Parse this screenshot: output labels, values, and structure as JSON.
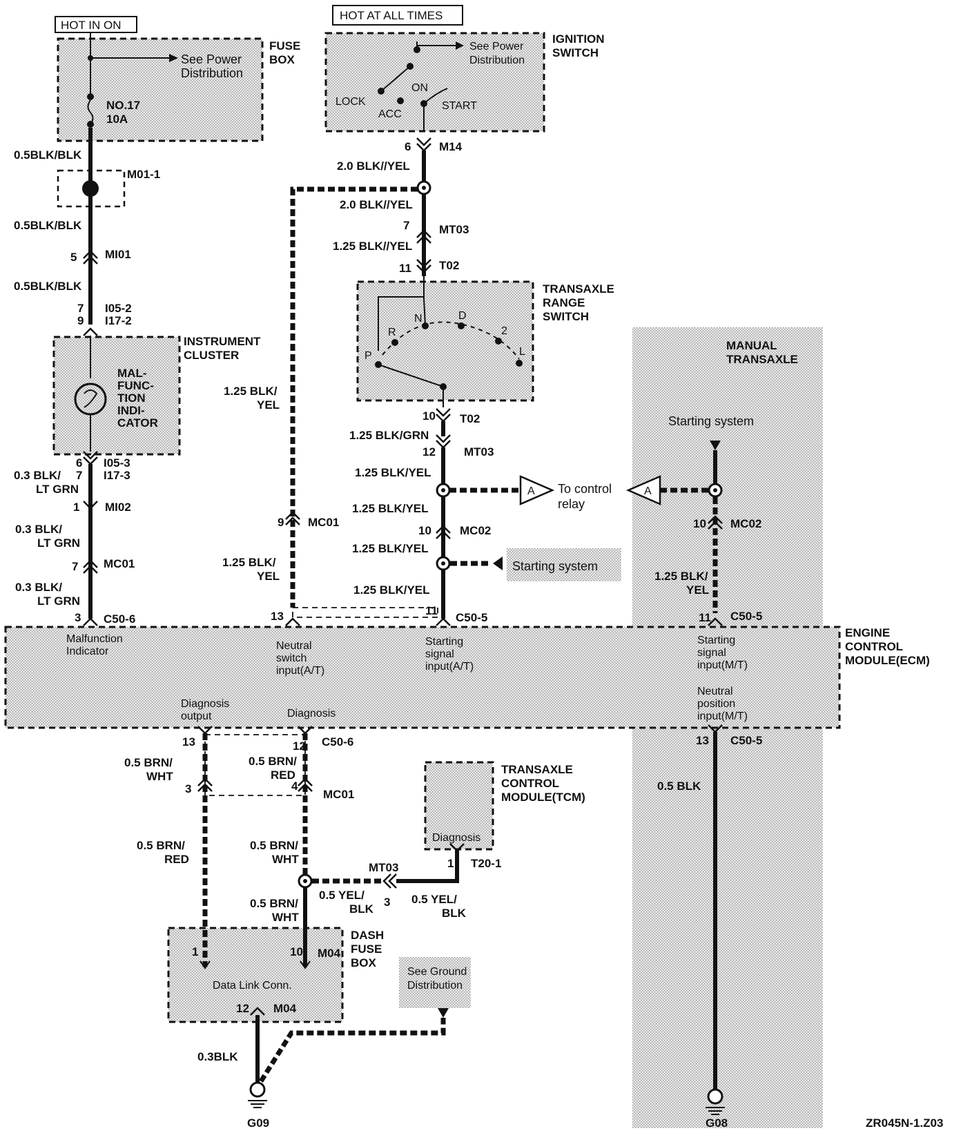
{
  "headers": {
    "hot_in_on": "HOT IN ON",
    "hot_at_all_times": "HOT AT ALL TIMES"
  },
  "fuse_box": {
    "title1": "FUSE",
    "title2": "BOX",
    "see1": "See Power",
    "see2": "Distribution",
    "fuse1": "NO.17",
    "fuse2": "10A"
  },
  "ignition": {
    "title1": "IGNITION",
    "title2": "SWITCH",
    "see1": "See Power",
    "see2": "Distribution",
    "lock": "LOCK",
    "acc": "ACC",
    "on": "ON",
    "start": "START"
  },
  "mil_wires": {
    "w1": "0.5BLK/BLK",
    "m01": "M01-1",
    "w2": "0.5BLK/BLK",
    "p5": "5",
    "mi01": "MI01",
    "w3": "0.5BLK/BLK",
    "p7": "7",
    "p9": "9",
    "i05_2": "I05-2",
    "i17_2": "I17-2"
  },
  "cluster": {
    "title1": "INSTRUMENT",
    "title2": "CLUSTER",
    "t1": "MAL-",
    "t2": "FUNC-",
    "t3": "TION",
    "t4": "INDI-",
    "t5": "CATOR"
  },
  "mil_lower": {
    "p6": "6",
    "p7b": "7",
    "i05_3": "I05-3",
    "i17_3": "I17-3",
    "w4a": "0.3 BLK/",
    "w4b": "LT GRN",
    "p1": "1",
    "mi02": "MI02",
    "w5a": "0.3 BLK/",
    "w5b": "LT GRN",
    "p7c": "7",
    "mc01": "MC01",
    "w6a": "0.3 BLK/",
    "w6b": "LT GRN",
    "p3": "3",
    "c50_6": "C50-6"
  },
  "start_wires": {
    "p6": "6",
    "m14": "M14",
    "w1": "2.0 BLK//YEL",
    "w2": "2.0 BLK//YEL",
    "p7": "7",
    "mt03": "MT03",
    "w3": "1.25 BLK//YEL",
    "p11": "11",
    "t02": "T02"
  },
  "range_switch": {
    "title1": "TRANSAXLE",
    "title2": "RANGE",
    "title3": "SWITCH",
    "r": "R",
    "n": "N",
    "d": "D",
    "two": "2",
    "l": "L",
    "p": "P"
  },
  "start_lower": {
    "p10": "10",
    "t02": "T02",
    "w1": "1.25 BLK/GRN",
    "p12": "12",
    "mt03": "MT03",
    "w2": "1.25 BLK/YEL",
    "w3": "1.25 BLK/YEL",
    "p10b": "10",
    "mc02": "MC02",
    "w4": "1.25 BLK/YEL",
    "w5": "1.25 BLK/YEL",
    "p11": "11",
    "c50_5": "C50-5",
    "to_control1": "To control",
    "to_control2": "relay",
    "ref_a": "A",
    "starting_system": "Starting system"
  },
  "neutral_wire": {
    "w1a": "1.25 BLK/",
    "w1b": "YEL",
    "p9": "9",
    "mc01": "MC01",
    "w2a": "1.25 BLK/",
    "w2b": "YEL",
    "p13": "13"
  },
  "manual": {
    "title1": "MANUAL",
    "title2": "TRANSAXLE",
    "starting_system": "Starting system",
    "p10": "10",
    "mc02": "MC02",
    "wa": "1.25 BLK/",
    "wb": "YEL",
    "p11": "11",
    "c50_5": "C50-5",
    "p13": "13",
    "c50_5b": "C50-5",
    "w_blk": "0.5 BLK",
    "g08": "G08"
  },
  "ecm": {
    "title1": "ENGINE",
    "title2": "CONTROL",
    "title3": "MODULE(ECM)",
    "mil1": "Malfunction",
    "mil2": "Indicator",
    "ns1": "Neutral",
    "ns2": "switch",
    "ns3": "input(A/T)",
    "ss1": "Starting",
    "ss2": "signal",
    "ss3": "input(A/T)",
    "sm1": "Starting",
    "sm2": "signal",
    "sm3": "input(M/T)",
    "np1": "Neutral",
    "np2": "position",
    "np3": "input(M/T)",
    "diag_out1": "Diagnosis",
    "diag_out2": "output",
    "diag": "Diagnosis"
  },
  "diag_wires": {
    "p13": "13",
    "p12": "12",
    "c50_6": "C50-6",
    "wa1": "0.5 BRN/",
    "wa2": "WHT",
    "wb1": "0.5 BRN/",
    "wb2": "RED",
    "p3": "3",
    "p4": "4",
    "mc01": "MC01",
    "wc1": "0.5 BRN/",
    "wc2": "RED",
    "wd1": "0.5 BRN/",
    "wd2": "WHT",
    "we1": "0.5 BRN/",
    "we2": "WHT",
    "mt03": "MT03",
    "wf1": "0.5 YEL/",
    "wf2": "BLK",
    "p3b": "3",
    "wg1": "0.5 YEL/",
    "wg2": "BLK"
  },
  "tcm": {
    "title1": "TRANSAXLE",
    "title2": "CONTROL",
    "title3": "MODULE(TCM)",
    "diag": "Diagnosis",
    "p1": "1",
    "t20": "T20-1"
  },
  "dash": {
    "title1": "DASH",
    "title2": "FUSE",
    "title3": "BOX",
    "p1": "1",
    "p10": "10",
    "m04": "M04",
    "dlc": "Data Link Conn.",
    "p12": "12",
    "m04b": "M04",
    "see1": "See Ground",
    "see2": "Distribution",
    "w": "0.3BLK",
    "g09": "G09"
  },
  "code": "ZR045N-1.Z03"
}
